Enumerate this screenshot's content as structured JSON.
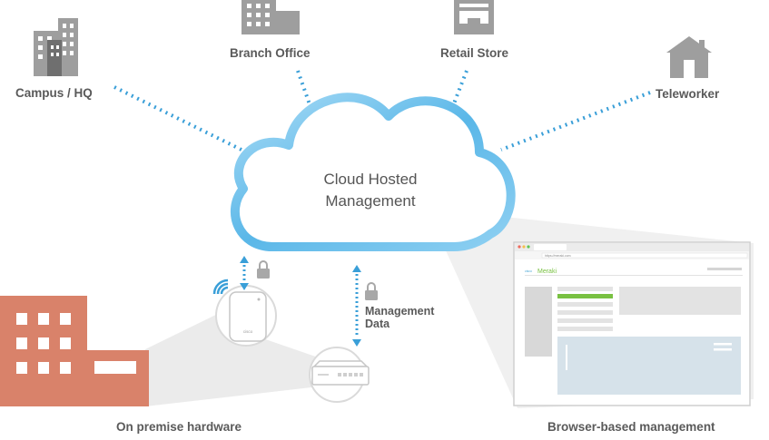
{
  "locations": {
    "campus": "Campus / HQ",
    "branch": "Branch Office",
    "retail": "Retail Store",
    "teleworker": "Teleworker"
  },
  "cloud": {
    "line1": "Cloud Hosted",
    "line2": "Management"
  },
  "management_data": {
    "line1": "Management",
    "line2": "Data"
  },
  "on_premise": "On premise hardware",
  "browser_label": "Browser-based management",
  "browser": {
    "brand_small": "cisco",
    "brand": "Meraki",
    "url": "https://meraki.com"
  },
  "device_brand": "cisco",
  "colors": {
    "cloud_blue": "#5ab7e8",
    "dash_blue": "#3a9fd8",
    "building_orange": "#d9826a",
    "icon_gray": "#9c9c9c",
    "accent_green": "#79c142",
    "panel_blue": "#d6e2ea"
  }
}
